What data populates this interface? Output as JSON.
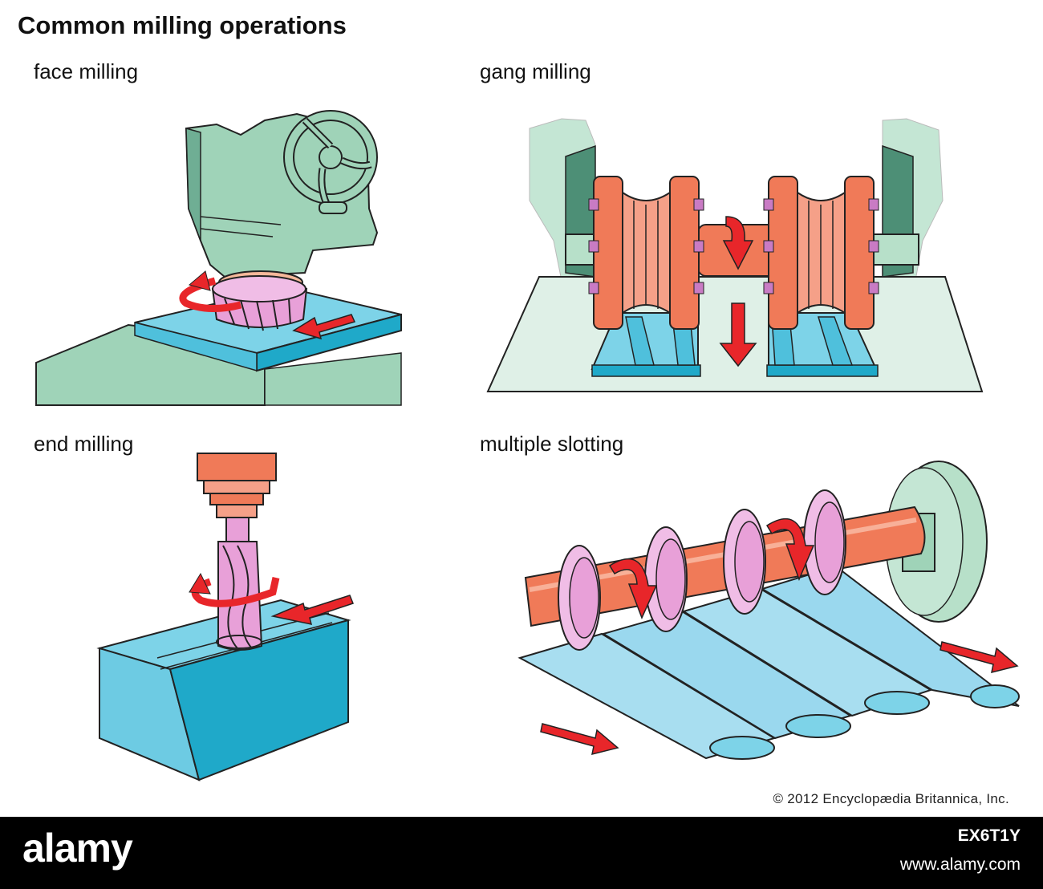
{
  "title": "Common milling operations",
  "panels": {
    "face": {
      "label": "face milling"
    },
    "gang": {
      "label": "gang milling"
    },
    "end": {
      "label": "end milling"
    },
    "slot": {
      "label": "multiple slotting"
    }
  },
  "copyright": "© 2012 Encyclopædia Britannica, Inc.",
  "footer": {
    "brand": "alamy",
    "image_id": "EX6T1Y",
    "site": "www.alamy.com"
  },
  "colors": {
    "machine": "#9fd3b8",
    "machine_dark": "#5f9e84",
    "cutter": "#e8a0d8",
    "arbor": "#f07a58",
    "work": "#7dd3e8",
    "work_dark": "#1fa9c9",
    "arrow": "#e8262a"
  }
}
